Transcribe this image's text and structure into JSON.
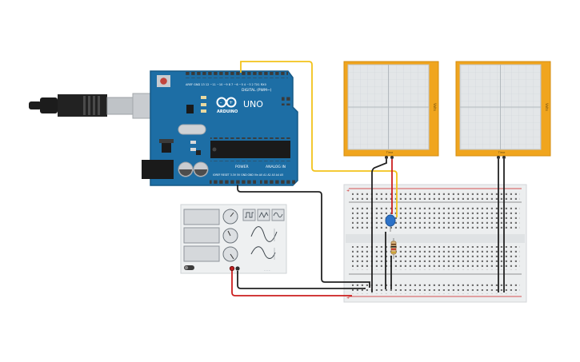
{
  "arduino": {
    "brand": "ARDUINO",
    "model": "UNO",
    "digital_header_label": "DIGITAL (PWM~)",
    "power_label": "POWER",
    "analog_label": "ANALOG IN",
    "board_color": "#1d6ea5"
  },
  "oscilloscopes": [
    {
      "axis_label": "Volts",
      "time_label": "Time"
    },
    {
      "axis_label": "Volts",
      "time_label": "Time"
    }
  ],
  "function_generator": {
    "waveforms": [
      "square",
      "triangle",
      "sine"
    ]
  },
  "colors": {
    "wire_black": "#222222",
    "wire_red": "#cc1f1f",
    "wire_yellow": "#f2c21b",
    "scope_frame": "#f0a51e",
    "capacitor": "#2c72c8"
  }
}
